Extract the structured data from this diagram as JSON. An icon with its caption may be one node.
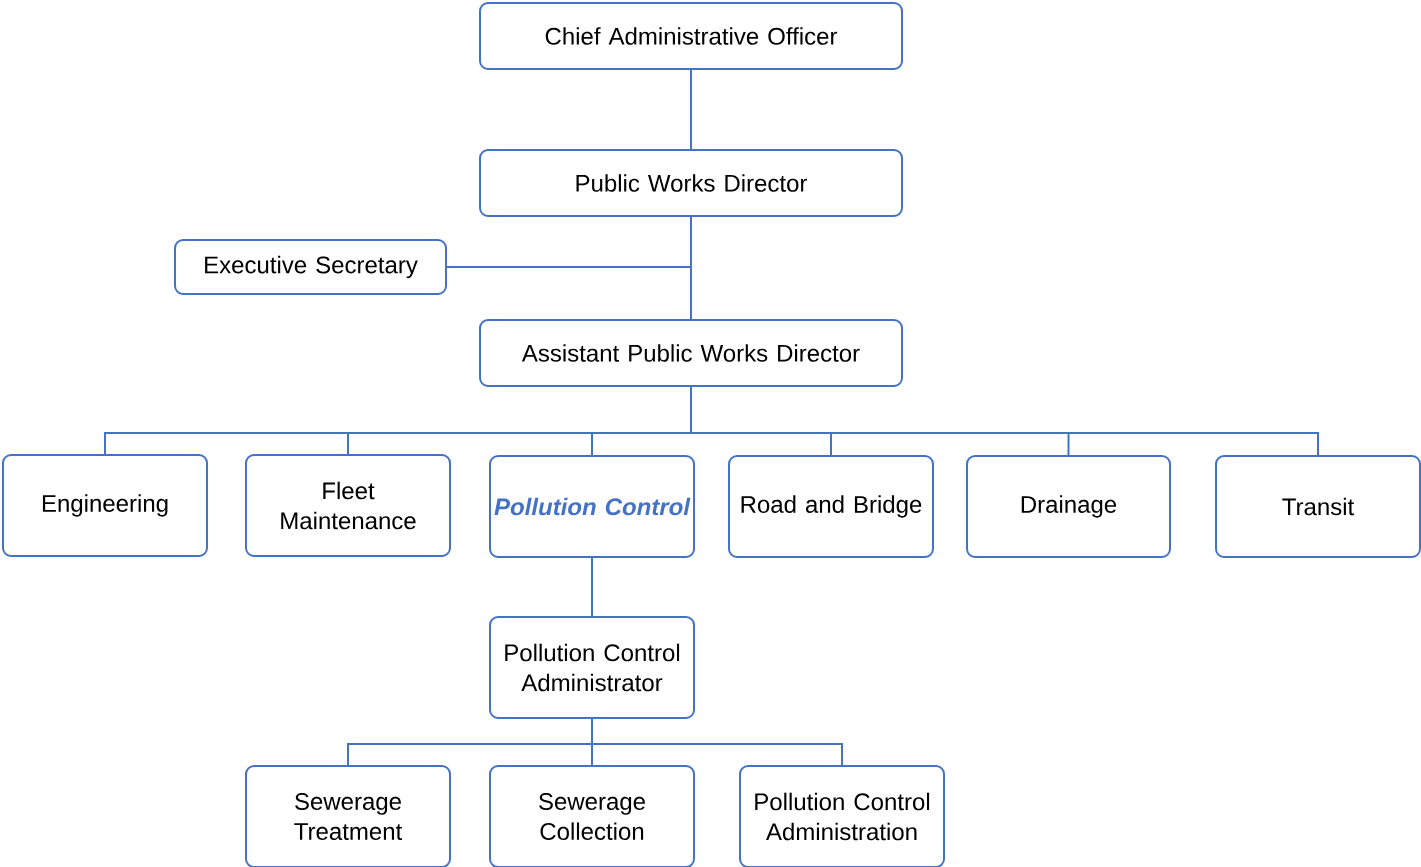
{
  "diagram": {
    "nodes": [
      {
        "text": [
          "Chief Administrative Officer"
        ]
      },
      {
        "text": [
          "Public Works Director"
        ]
      },
      {
        "text": [
          "Executive Secretary"
        ]
      },
      {
        "text": [
          "Assistant Public Works Director"
        ]
      },
      {
        "text": [
          "Engineering"
        ]
      },
      {
        "text": [
          "Fleet Maintenance"
        ]
      },
      {
        "text": [
          "Pollution Control"
        ]
      },
      {
        "text": [
          "Road and Bridge"
        ]
      },
      {
        "text": [
          "Drainage"
        ]
      },
      {
        "text": [
          "Transit"
        ]
      },
      {
        "text": [
          "Pollution Control Administrator"
        ]
      },
      {
        "text": [
          "Sewerage Treatment"
        ]
      },
      {
        "text": [
          "Sewerage Collection"
        ]
      },
      {
        "text": [
          "Pollution Control Administration"
        ]
      }
    ],
    "edges": [
      {
        "from": 0,
        "to": 1,
        "arrow": "none"
      },
      {
        "from": 1,
        "to": 2,
        "arrow": "none"
      },
      {
        "from": 1,
        "to": 3,
        "arrow": "none"
      },
      {
        "from": 3,
        "to": 4,
        "arrow": "none"
      },
      {
        "from": 3,
        "to": 5,
        "arrow": "none"
      },
      {
        "from": 3,
        "to": 6,
        "arrow": "none"
      },
      {
        "from": 3,
        "to": 7,
        "arrow": "none"
      },
      {
        "from": 3,
        "to": 8,
        "arrow": "none"
      },
      {
        "from": 3,
        "to": 9,
        "arrow": "none"
      },
      {
        "from": 6,
        "to": 10,
        "arrow": "none"
      },
      {
        "from": 10,
        "to": 11,
        "arrow": "none"
      },
      {
        "from": 10,
        "to": 12,
        "arrow": "none"
      },
      {
        "from": 10,
        "to": 13,
        "arrow": "none"
      }
    ]
  }
}
